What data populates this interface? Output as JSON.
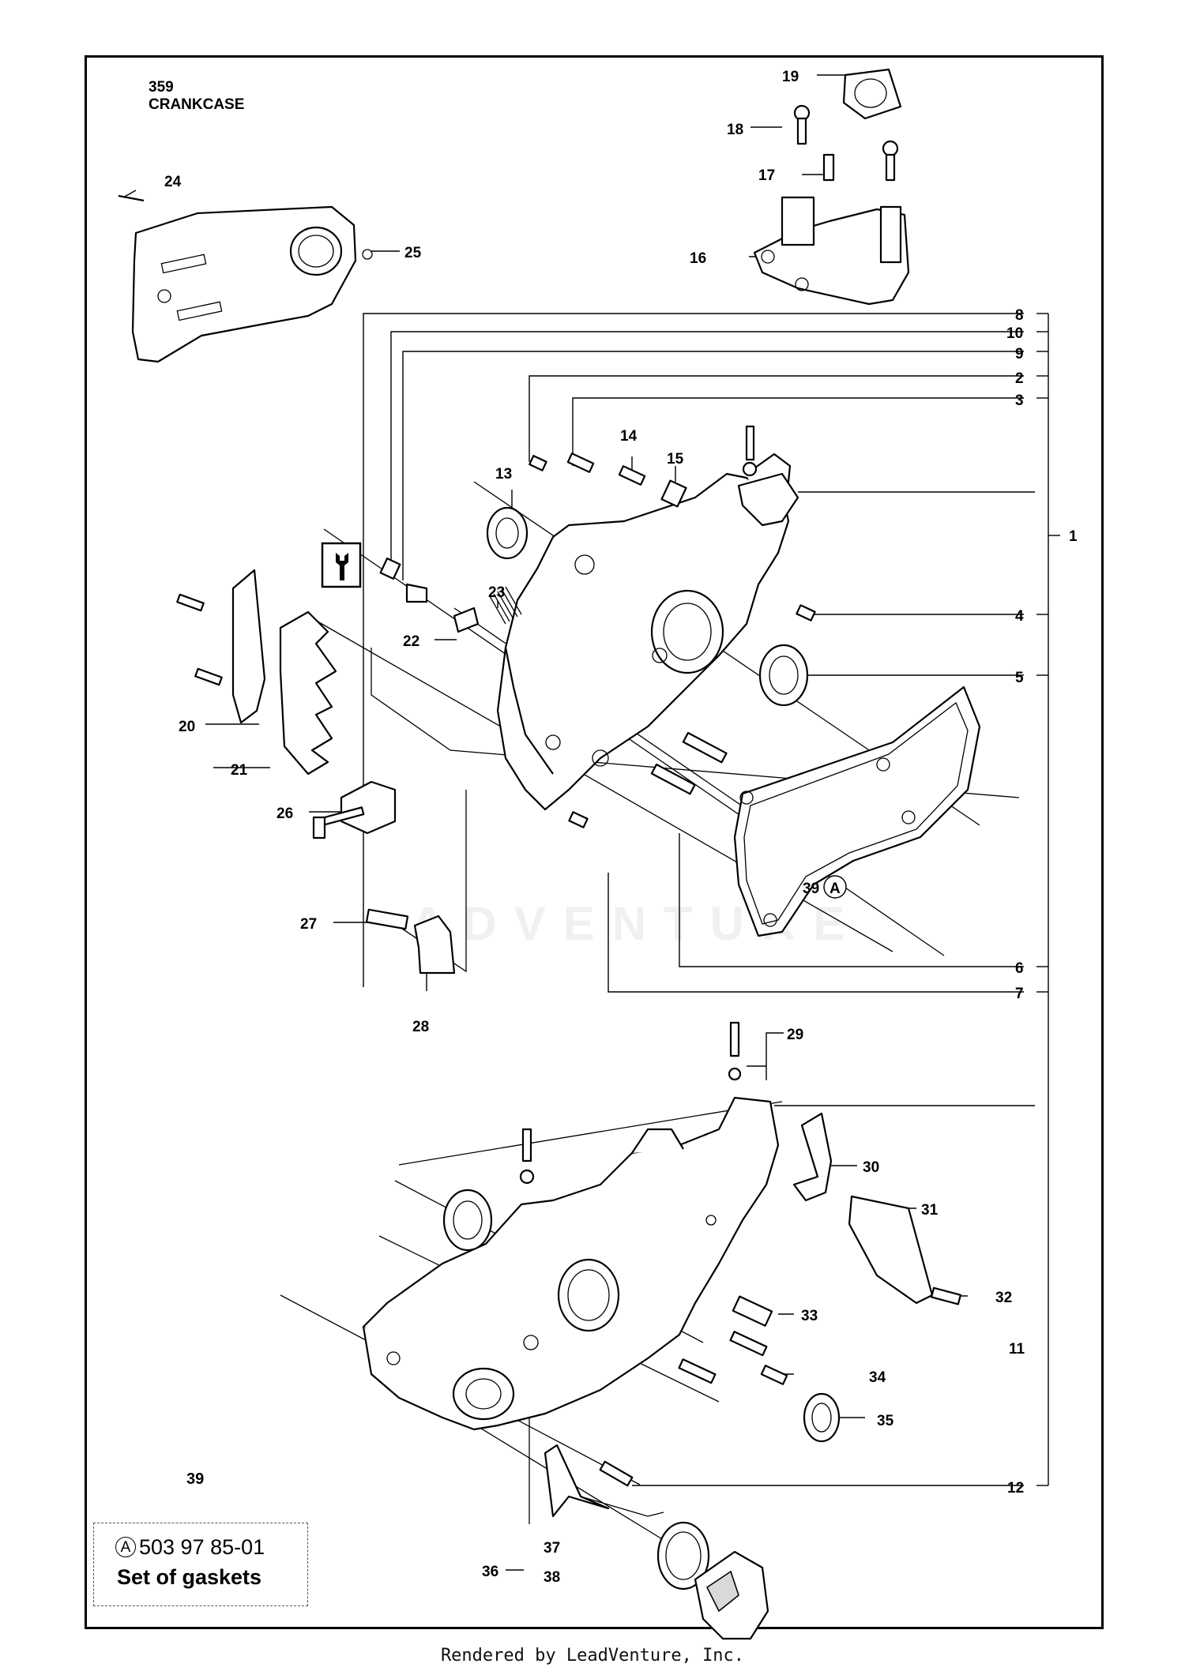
{
  "title": {
    "model": "359",
    "name": "CRANKCASE"
  },
  "callouts": [
    "1",
    "2",
    "3",
    "4",
    "5",
    "6",
    "7",
    "8",
    "9",
    "10",
    "11",
    "12",
    "13",
    "14",
    "15",
    "16",
    "17",
    "18",
    "19",
    "20",
    "21",
    "22",
    "23",
    "24",
    "25",
    "26",
    "27",
    "28",
    "29",
    "30",
    "31",
    "32",
    "33",
    "34",
    "35",
    "36",
    "37",
    "38",
    "39"
  ],
  "tool_icon": "wrench-icon",
  "gasket_kit": {
    "ref": "39",
    "marker": "A",
    "part_number": "503 97 85-01",
    "description": "Set of gaskets"
  },
  "inline_marker": "A",
  "watermark": "ADVENTURE",
  "footer": "Rendered by LeadVenture, Inc."
}
